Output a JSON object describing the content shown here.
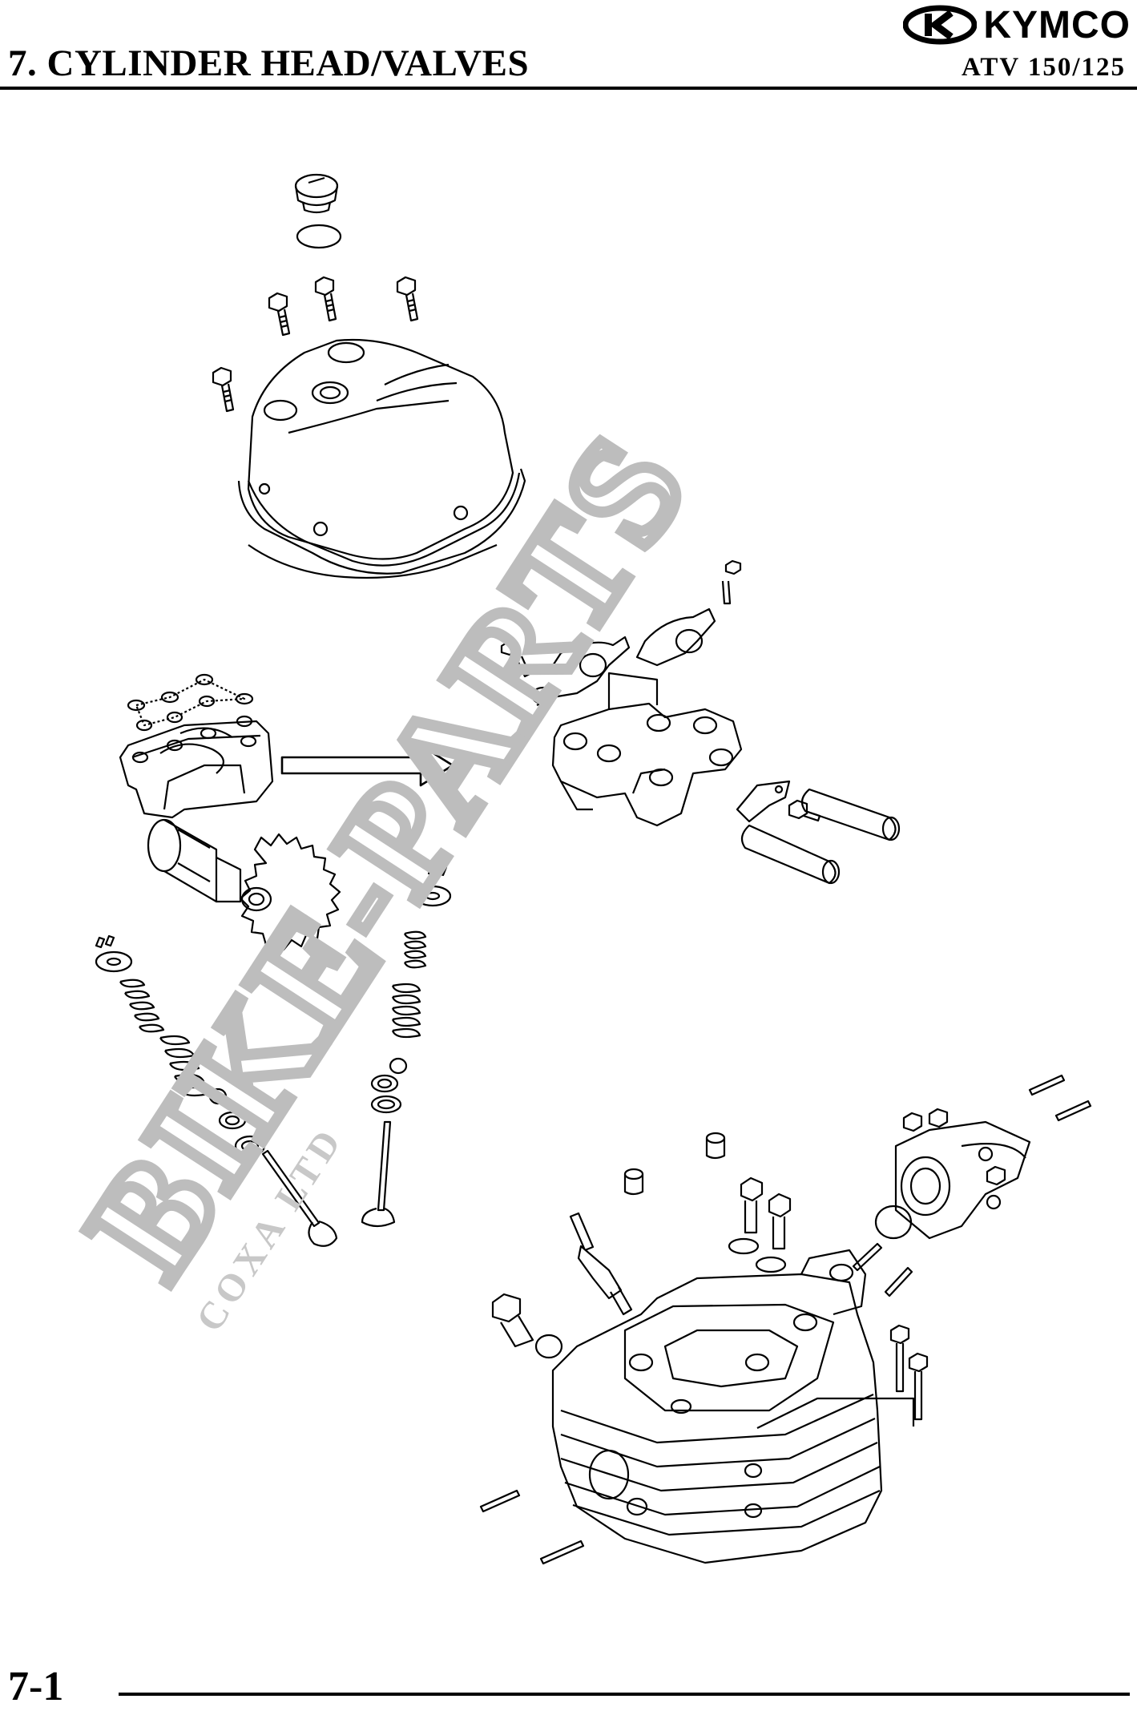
{
  "header": {
    "title": "7. CYLINDER HEAD/VALVES",
    "brand": "KYMCO",
    "model": "ATV 150/125"
  },
  "footer": {
    "page_number": "7-1"
  },
  "watermark": {
    "main": "BIKE-PARTS",
    "sub": "COXA LTD"
  },
  "icons": {
    "brand_logo": "kymco-logo-icon"
  }
}
